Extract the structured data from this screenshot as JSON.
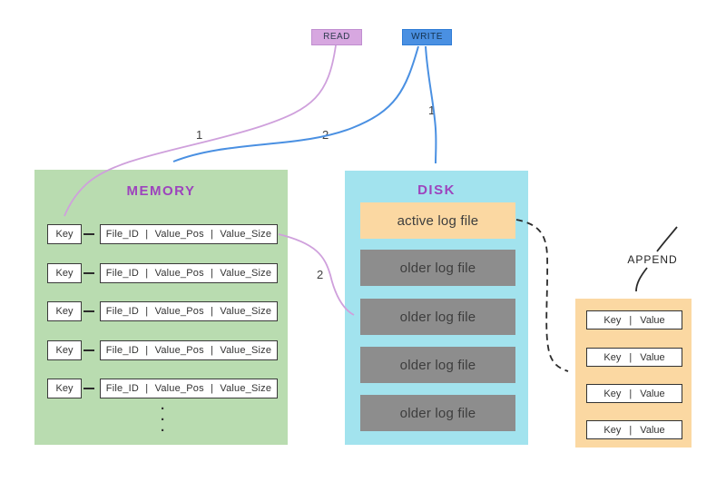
{
  "colors": {
    "read_fill": "#d7a7e0",
    "read_border": "#c08ed0",
    "read_line": "#cfa0dc",
    "write_line": "#4a90e2",
    "write_border": "#2e7cd6",
    "memory_bg": "#b9dcb0",
    "disk_bg": "#a2e3ee",
    "orange_bg": "#fbd8a2",
    "gray_bg": "#8d8d8d",
    "title_ink": "#9d44bd"
  },
  "flow": {
    "read_label": "READ",
    "write_label": "WRITE",
    "append_label": "APPEND",
    "read_step_to_memory": "1",
    "write_step_to_memory": "2",
    "write_step_to_disk": "1",
    "lookup_step_to_disk": "2"
  },
  "memory": {
    "title": "MEMORY",
    "rows": [
      {
        "key": "Key",
        "value": "File_ID | Value_Pos | Value_Size"
      },
      {
        "key": "Key",
        "value": "File_ID | Value_Pos | Value_Size"
      },
      {
        "key": "Key",
        "value": "File_ID | Value_Pos | Value_Size"
      },
      {
        "key": "Key",
        "value": "File_ID | Value_Pos | Value_Size"
      },
      {
        "key": "Key",
        "value": "File_ID | Value_Pos | Value_Size"
      }
    ],
    "dots": [
      "·",
      "·",
      "·"
    ]
  },
  "disk": {
    "title": "DISK",
    "active_file": "active log file",
    "older_files": [
      "older log file",
      "older log file",
      "older log file",
      "older log file"
    ]
  },
  "append_table": {
    "rows": [
      "Key | Value",
      "Key | Value",
      "Key | Value",
      "Key | Value"
    ]
  }
}
